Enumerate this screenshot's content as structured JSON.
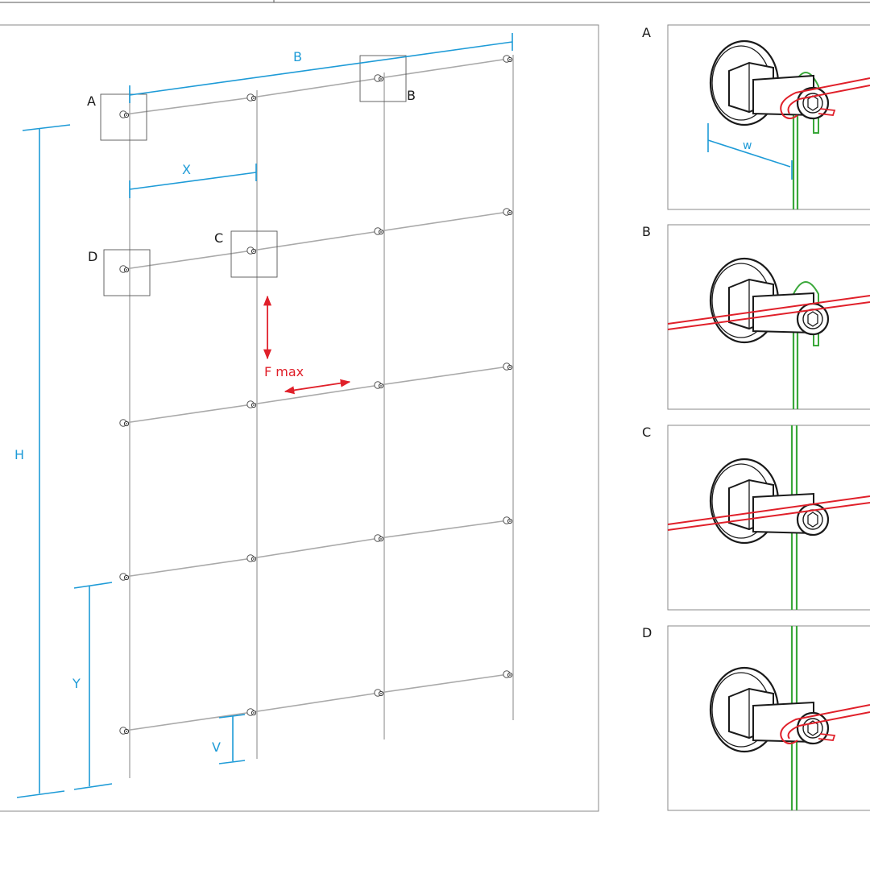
{
  "diagram": {
    "detail_markers": {
      "a": "A",
      "b": "B",
      "c": "C",
      "d": "D"
    },
    "dimensions": {
      "b": "B",
      "x": "X",
      "h": "H",
      "y": "Y",
      "v": "V"
    },
    "force_label": "F max"
  },
  "details": [
    {
      "label": "A",
      "dimension": "w",
      "variant": "end-loop"
    },
    {
      "label": "B",
      "variant": "through-loop"
    },
    {
      "label": "C",
      "variant": "straight-through"
    },
    {
      "label": "D",
      "variant": "end-loop-straight-vertical"
    }
  ],
  "colors": {
    "horizontal_cable": "#e0202a",
    "vertical_cable": "#3aa83a",
    "dimension_lines": "#1e9bd7",
    "force_arrows": "#e0202a",
    "wires": "#a9a9a9"
  }
}
